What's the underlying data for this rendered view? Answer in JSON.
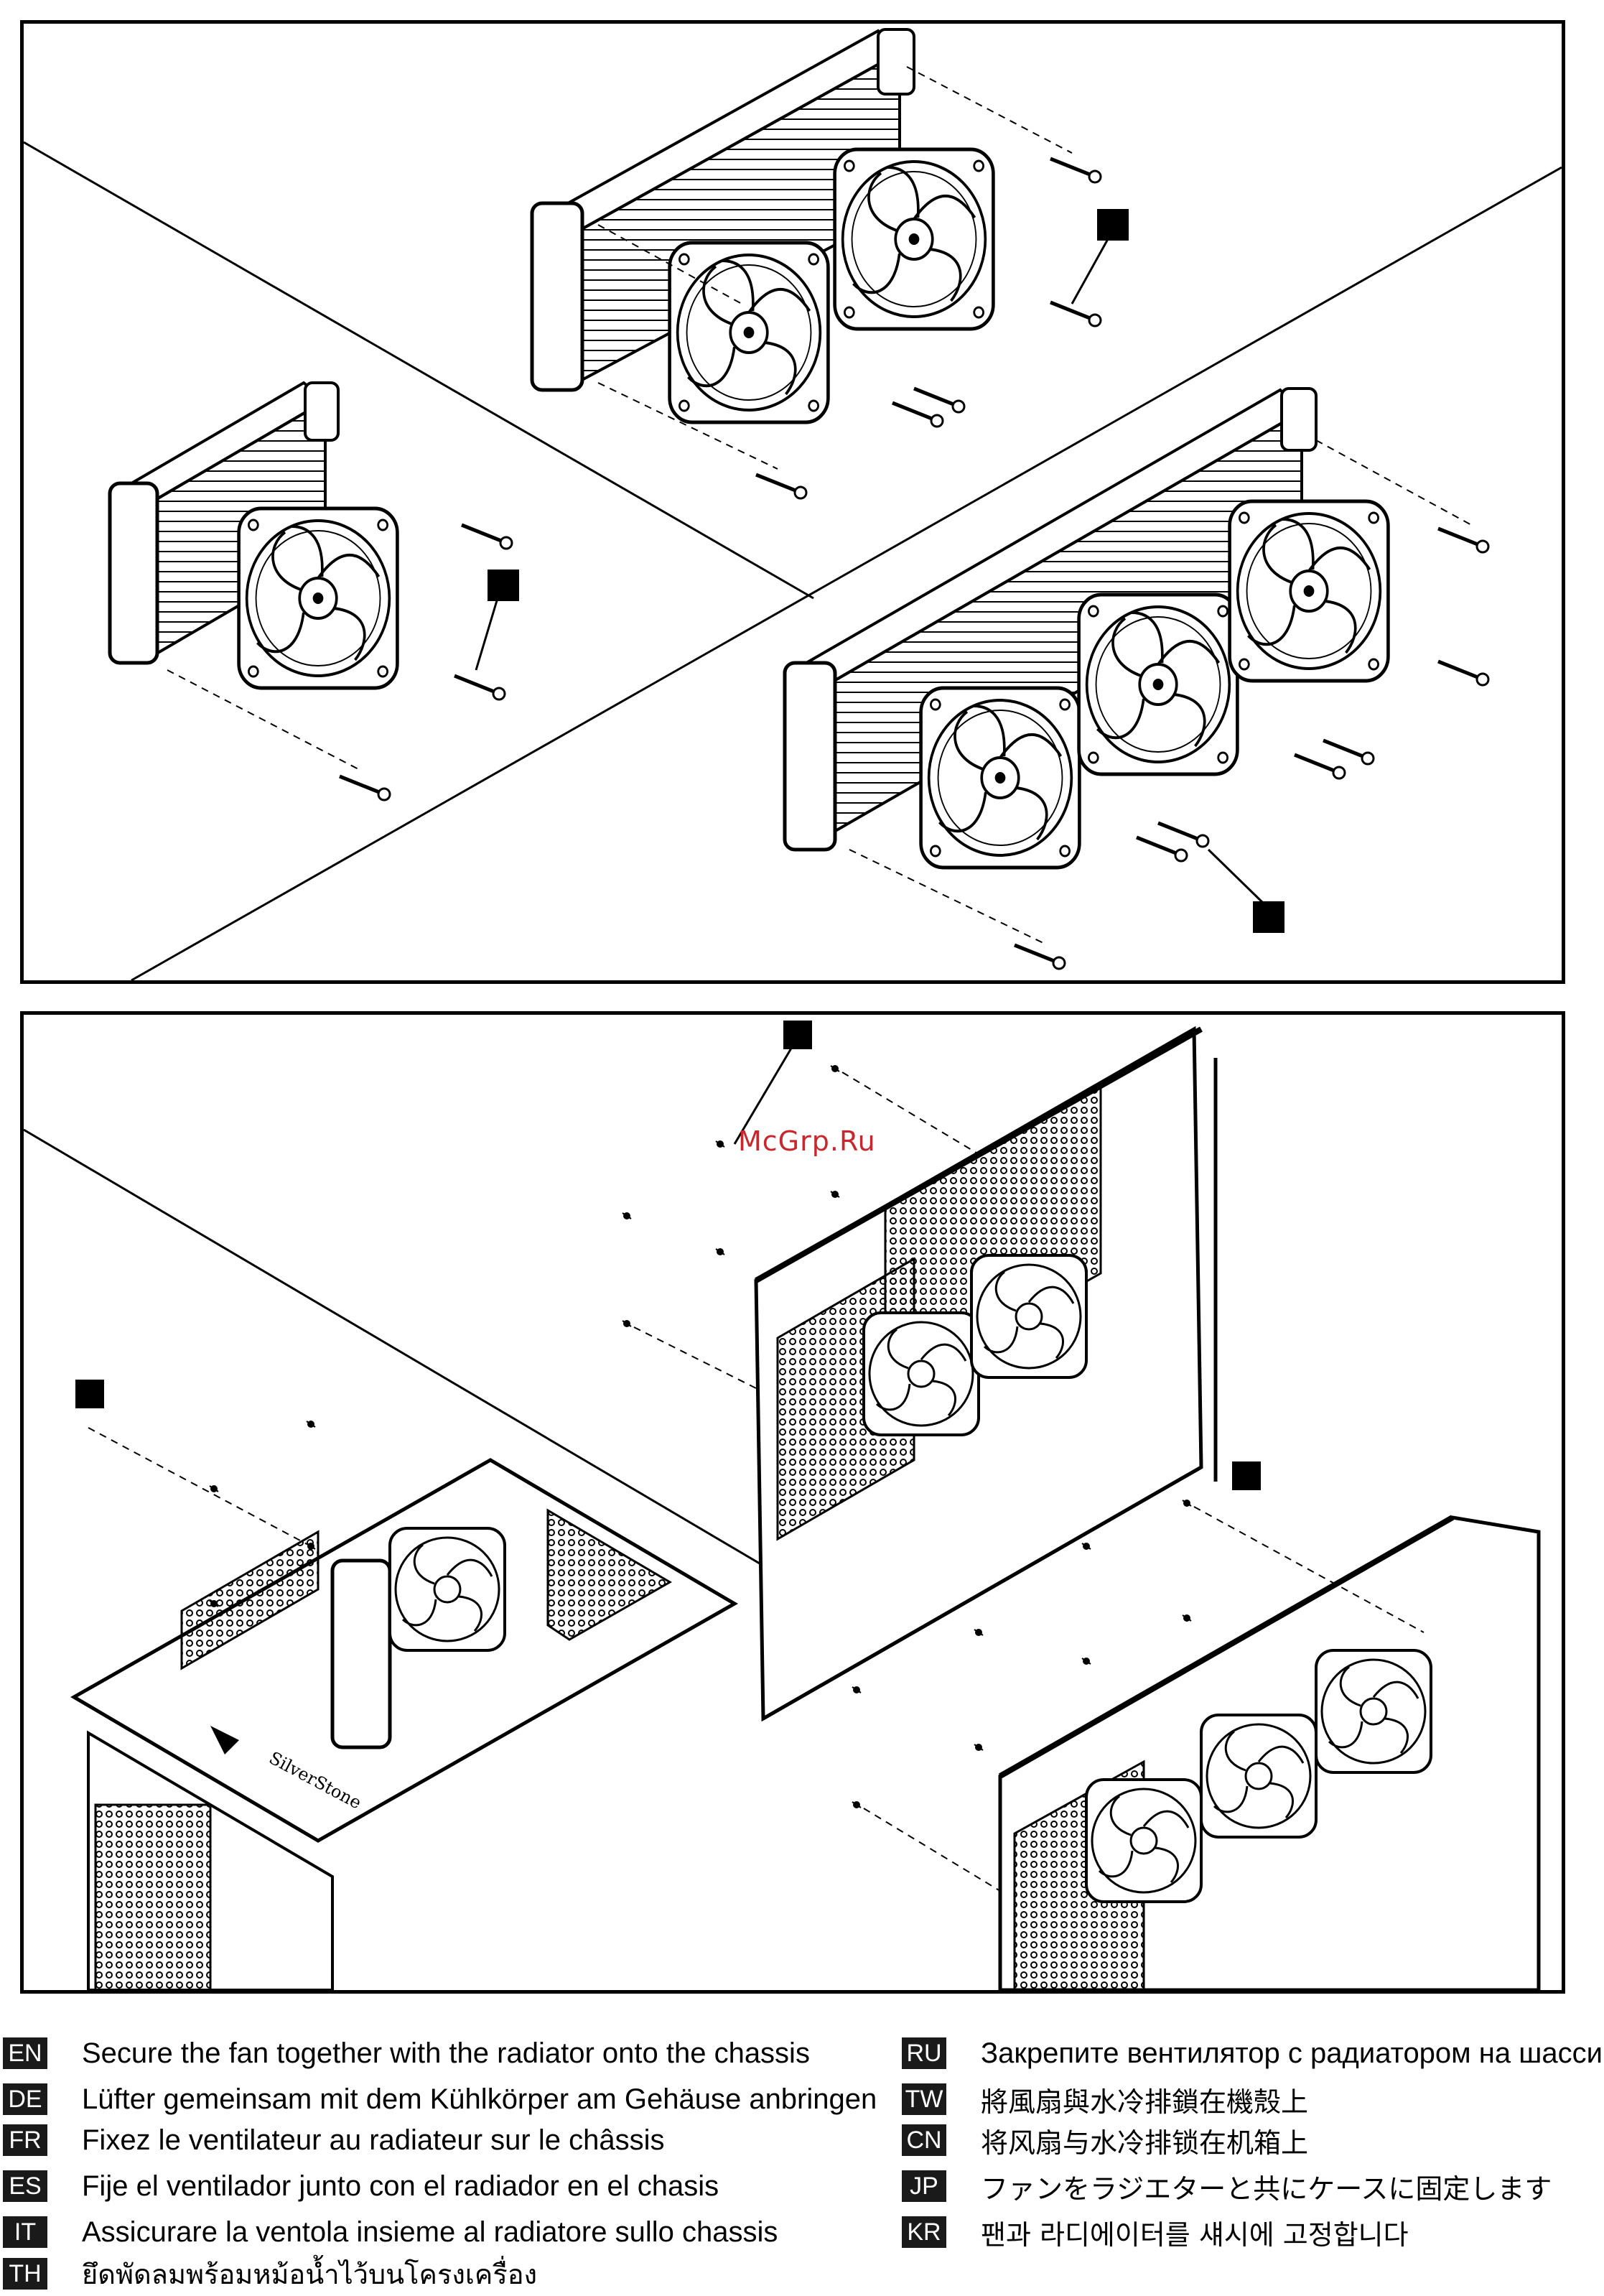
{
  "watermark": "McGrp.Ru",
  "brand_logo": "SilverStone",
  "instructions": [
    {
      "code": "EN",
      "text": "Secure the fan together with the radiator onto the chassis"
    },
    {
      "code": "DE",
      "text": "Lüfter gemeinsam mit dem Kühlkörper am Gehäuse anbringen"
    },
    {
      "code": "FR",
      "text": "Fixez le ventilateur au radiateur sur le châssis"
    },
    {
      "code": "ES",
      "text": "Fije el ventilador junto con el radiador en el chasis"
    },
    {
      "code": "IT",
      "text": "Assicurare la ventola insieme al radiatore sullo chassis"
    },
    {
      "code": "TH",
      "text": "ยึดพัดลมพร้อมหม้อน้ำไว้บนโครงเครื่อง"
    },
    {
      "code": "RU",
      "text": "Закрепите вентилятор с радиатором на шасси"
    },
    {
      "code": "TW",
      "text": "將風扇與水冷排鎖在機殼上"
    },
    {
      "code": "CN",
      "text": "将风扇与水冷排锁在机箱上"
    },
    {
      "code": "JP",
      "text": "ファンをラジエターと共にケースに固定します"
    },
    {
      "code": "KR",
      "text": "팬과 라디에이터를 섀시에 고정합니다"
    }
  ],
  "colors": {
    "ink": "#000000",
    "badge": "#1a1a1a",
    "watermark": "#c8282d"
  }
}
